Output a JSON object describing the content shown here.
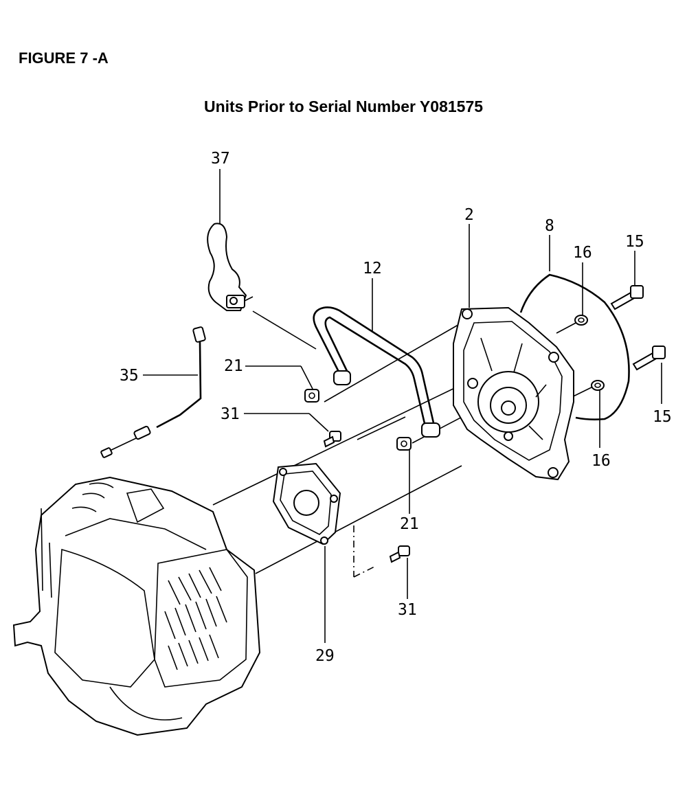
{
  "figure_label": "FIGURE 7 -A",
  "subtitle": "Units Prior to Serial Number Y081575",
  "callouts": {
    "c37": "37",
    "c2": "2",
    "c8": "8",
    "c16a": "16",
    "c15a": "15",
    "c12": "12",
    "c35": "35",
    "c21a": "21",
    "c31a": "31",
    "c15b": "15",
    "c16b": "16",
    "c21b": "21",
    "c31b": "31",
    "c29": "29"
  }
}
